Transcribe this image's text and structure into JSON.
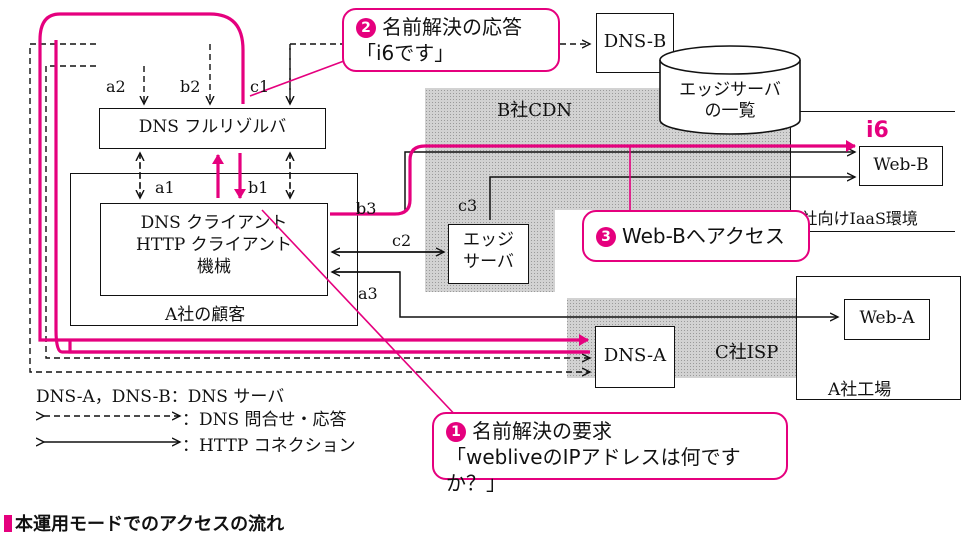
{
  "nodes": {
    "dns_b": "DNS-B",
    "edge_list": "エッジサーバ\nの一覧",
    "b_cdn": "B社CDN",
    "resolver": "DNS フルリゾルバ",
    "client": "DNS クライアント\nHTTP クライアント\n機械",
    "customer": "A社の顧客",
    "edge_server": "エッジ\nサーバ",
    "iaas": "A社向けIaaS環境",
    "web_b": "Web-B",
    "i6": "i6",
    "web_a": "Web-A",
    "factory": "A社工場",
    "dns_a": "DNS-A",
    "c_isp": "C社ISP"
  },
  "labels": {
    "a1": "a1",
    "a2": "a2",
    "a3": "a3",
    "b1": "b1",
    "b2": "b2",
    "b3": "b3",
    "c1": "c1",
    "c2": "c2",
    "c3": "c3"
  },
  "callouts": {
    "c1": {
      "num": "1",
      "line1": "名前解決の要求",
      "line2": "「webliveのIPアドレスは何ですか？」"
    },
    "c2": {
      "num": "2",
      "line1": "名前解決の応答",
      "line2": "「i6です」"
    },
    "c3": {
      "num": "3",
      "line1": "Web-Bへアクセス"
    }
  },
  "legend": {
    "servers": "DNS-A，DNS-B：DNS サーバ",
    "dns_query": "：DNS 問合せ・応答",
    "http": "：HTTP コネクション"
  },
  "caption": "本運用モードでのアクセスの流れ",
  "colors": {
    "accent": "#e5007e",
    "shade": "#c8c8c8",
    "line": "#111111"
  }
}
